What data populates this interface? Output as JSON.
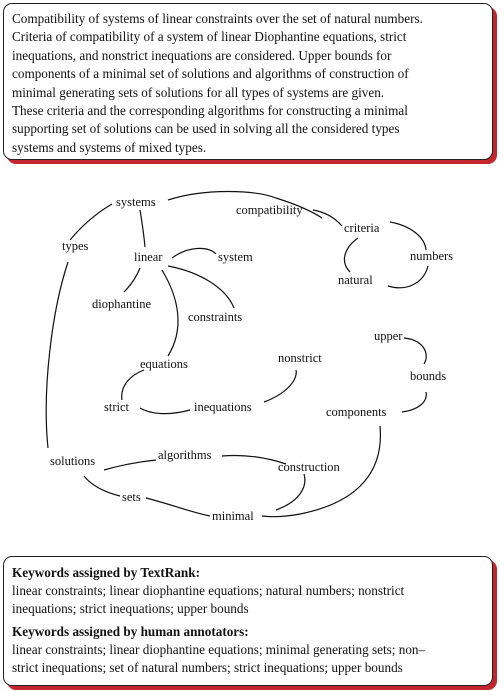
{
  "abstract": {
    "lines": [
      "Compatibility of systems of linear constraints over the set of natural numbers.",
      "Criteria of compatibility of a system of linear Diophantine equations, strict",
      "inequations, and nonstrict inequations are considered. Upper bounds for",
      "components of a minimal set of solutions and algorithms of construction of",
      "minimal generating sets of solutions for all types of systems are given.",
      "These criteria and the corresponding algorithms for constructing a minimal",
      "supporting set of solutions can be used in solving all the considered  types",
      "systems and systems of mixed types."
    ]
  },
  "graph": {
    "words": {
      "systems": "systems",
      "compatibility": "compatibility",
      "criteria": "criteria",
      "types": "types",
      "linear": "linear",
      "system": "system",
      "numbers": "numbers",
      "natural": "natural",
      "diophantine": "diophantine",
      "constraints": "constraints",
      "upper": "upper",
      "nonstrict": "nonstrict",
      "equations": "equations",
      "bounds": "bounds",
      "strict": "strict",
      "inequations": "inequations",
      "components": "components",
      "algorithms": "algorithms",
      "solutions": "solutions",
      "construction": "construction",
      "sets": "sets",
      "minimal": "minimal"
    }
  },
  "keywords": {
    "textrank_heading": "Keywords assigned by TextRank:",
    "textrank_lines": [
      "linear constraints; linear diophantine equations; natural numbers; nonstrict",
      "inequations; strict inequations; upper bounds"
    ],
    "human_heading": "Keywords assigned by human annotators:",
    "human_lines": [
      "linear constraints; linear diophantine equations; minimal generating sets;  non–",
      "strict inequations; set of natural numbers; strict inequations; upper bounds"
    ]
  }
}
